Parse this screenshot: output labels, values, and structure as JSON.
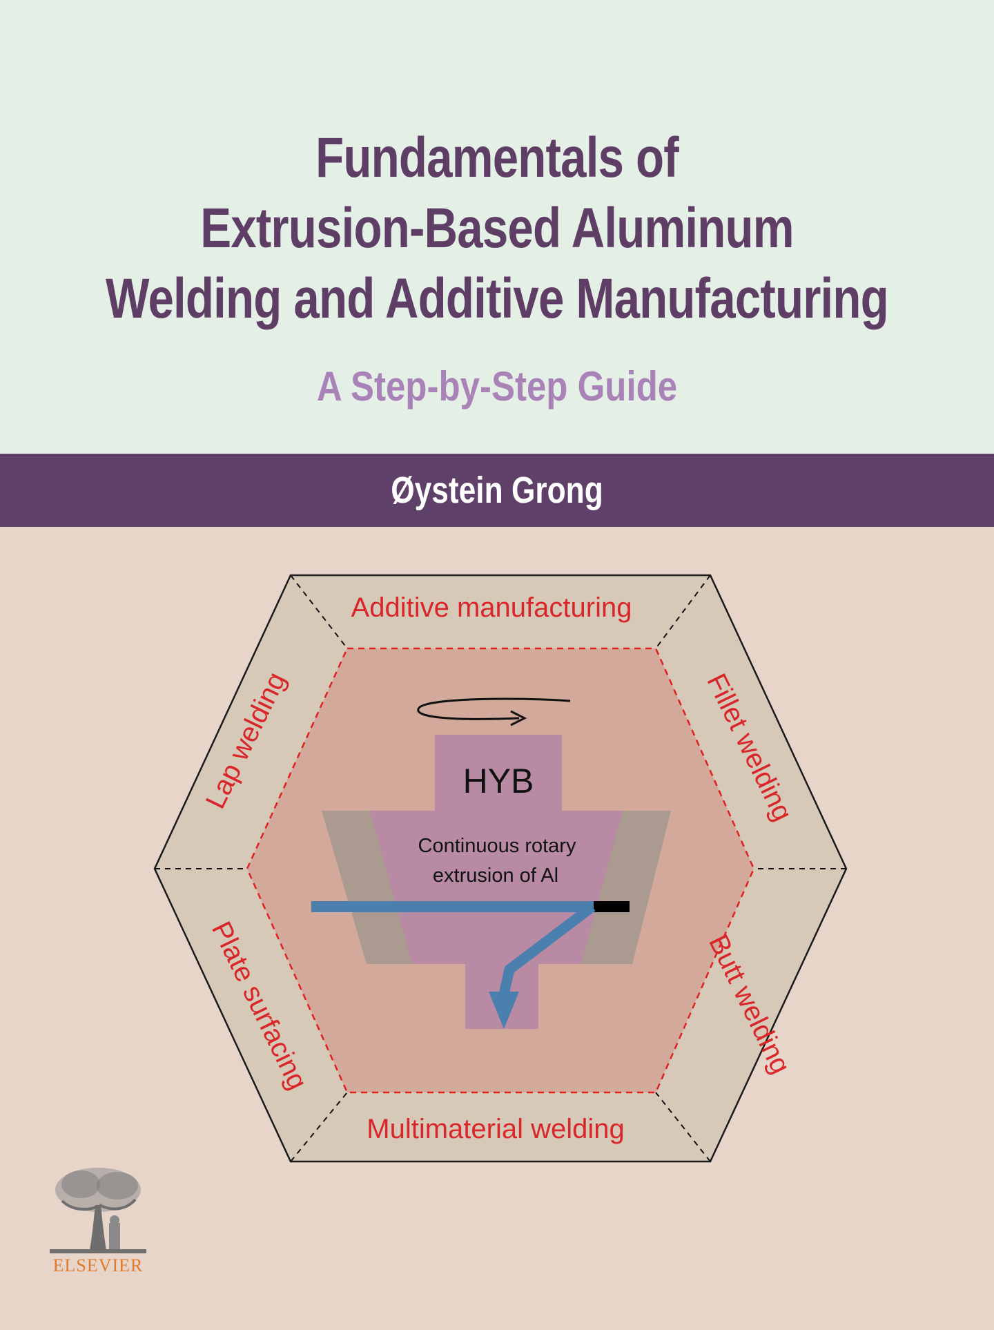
{
  "book": {
    "title_lines": [
      "Fundamentals of",
      "Extrusion-Based Aluminum",
      "Welding and Additive Manufacturing"
    ],
    "subtitle": "A Step-by-Step Guide",
    "author": "Øystein Grong",
    "publisher": "ELSEVIER"
  },
  "diagram": {
    "top": "Additive manufacturing",
    "upper_left": "Lap welding",
    "upper_right": "Fillet welding",
    "lower_left": "Plate surfacing",
    "lower_right": "Butt welding",
    "bottom": "Multimaterial welding",
    "core_label": "HYB",
    "core_desc_1": "Continuous rotary",
    "core_desc_2": "extrusion of Al"
  },
  "colors": {
    "title": "#5f3e66",
    "subtitle": "#a983b8",
    "band": "#5f4068",
    "label_red": "#d8262a",
    "publisher": "#e07a2a"
  },
  "icons": [
    "elsevier-tree-logo-icon",
    "rotation-arrow-icon",
    "flow-arrow-icon"
  ]
}
